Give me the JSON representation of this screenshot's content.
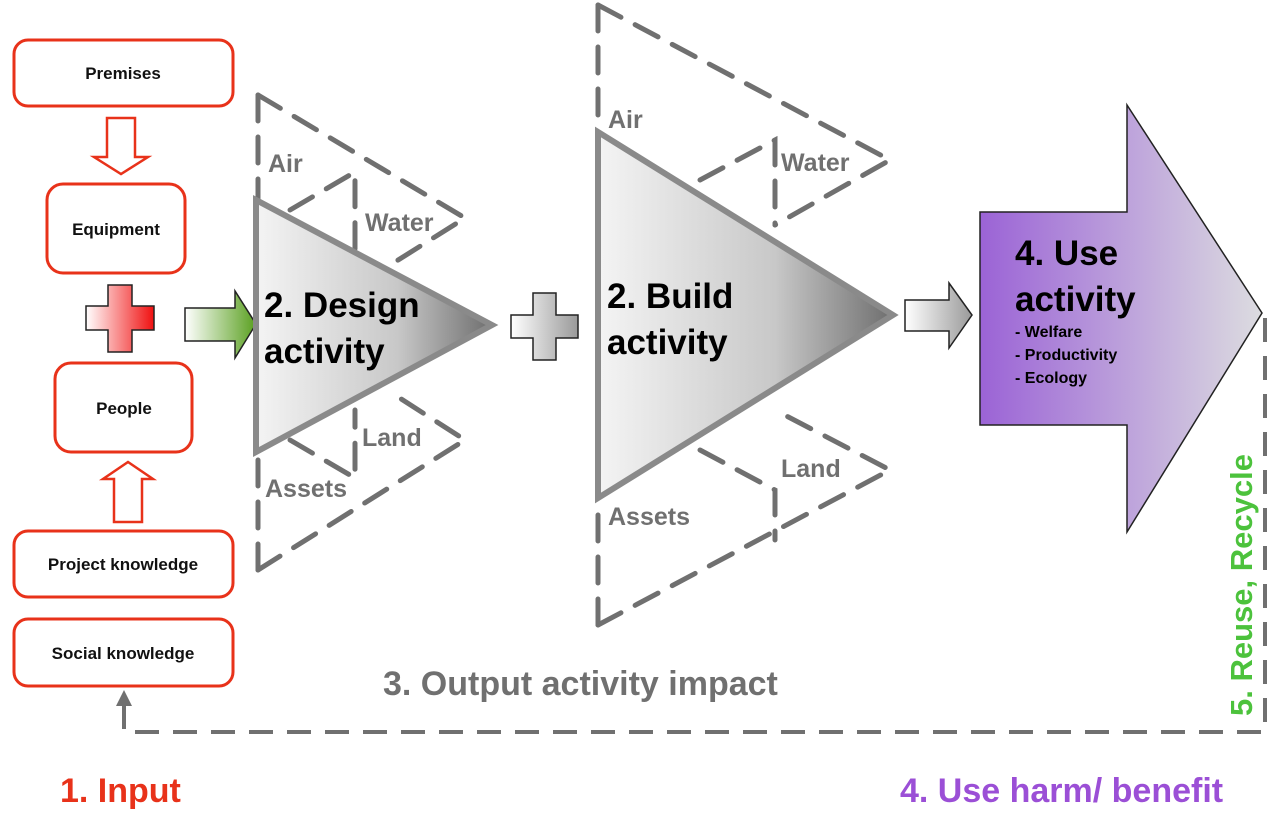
{
  "inputs": {
    "premises": "Premises",
    "equipment": "Equipment",
    "people": "People",
    "project_knowledge": "Project knowledge",
    "social_knowledge": "Social knowledge"
  },
  "design": {
    "line1": "2. Design",
    "line2": "activity",
    "impacts": {
      "air": "Air",
      "water": "Water",
      "land": "Land",
      "assets": "Assets"
    }
  },
  "build": {
    "line1": "2. Build",
    "line2": "activity",
    "impacts": {
      "air": "Air",
      "water": "Water",
      "land": "Land",
      "assets": "Assets"
    }
  },
  "use": {
    "line1": "4. Use",
    "line2": "activity",
    "bullets": [
      "- Welfare",
      "- Productivity",
      "- Ecology"
    ]
  },
  "labels": {
    "output_impact": "3. Output activity impact",
    "reuse_recycle": "5. Reuse, Recycle",
    "input": "1. Input",
    "use_harm_benefit": "4. Use harm/ benefit"
  },
  "colors": {
    "input_red": "#e8321a",
    "use_purple": "#9b4fd6",
    "recycle_green": "#4cc23c",
    "impact_gray": "#707070"
  }
}
